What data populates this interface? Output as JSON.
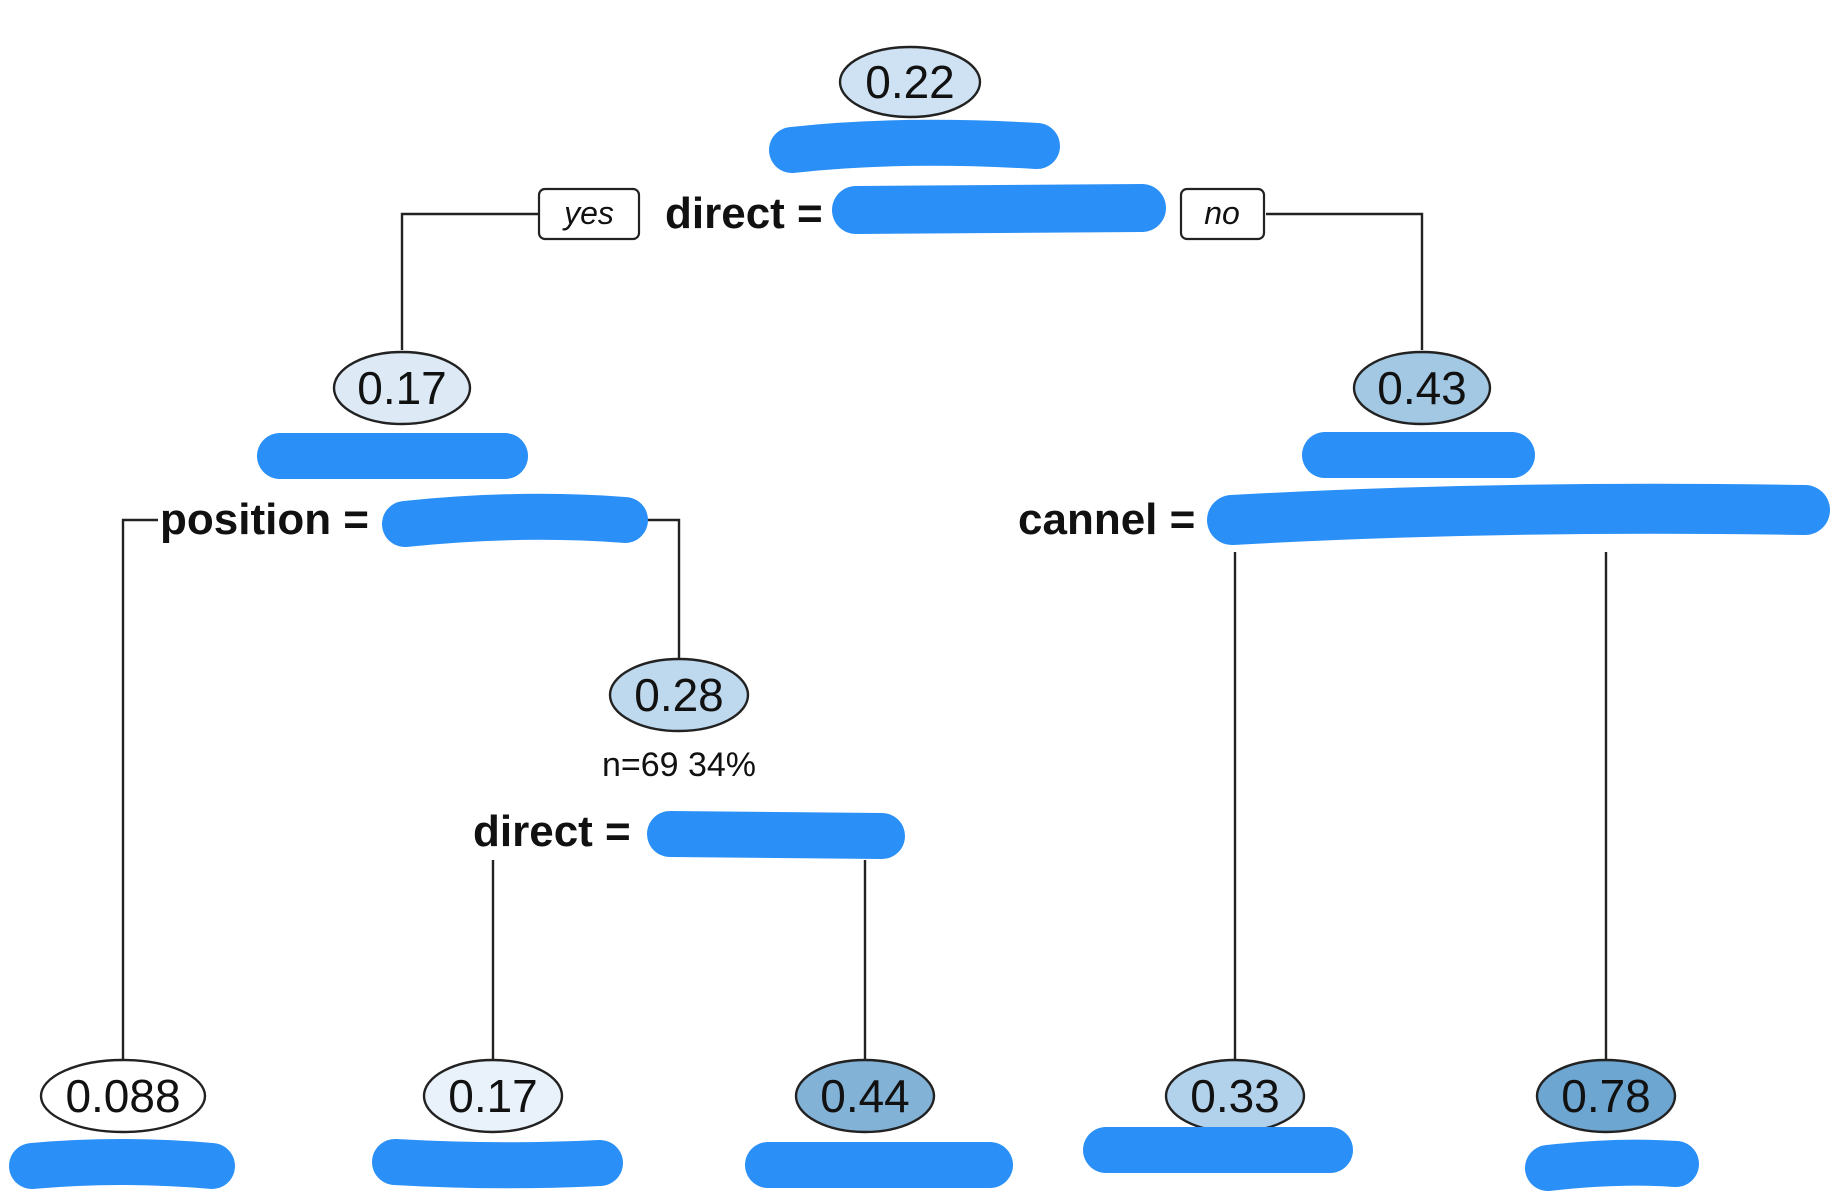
{
  "tree": {
    "branch_labels": {
      "yes": "yes",
      "no": "no"
    },
    "nodes": [
      {
        "id": "root",
        "value": "0.22",
        "fill": "#cfe2f3"
      },
      {
        "id": "n2",
        "value": "0.17",
        "fill": "#ddeaf6"
      },
      {
        "id": "n3",
        "value": "0.43",
        "fill": "#a3c8e3"
      },
      {
        "id": "n5",
        "value": "0.28",
        "fill": "#bed8ee",
        "info": "n=69  34%"
      },
      {
        "id": "leaf1",
        "value": "0.088",
        "fill": "#ffffff"
      },
      {
        "id": "leaf2",
        "value": "0.17",
        "fill": "#e9f2fa"
      },
      {
        "id": "leaf3",
        "value": "0.44",
        "fill": "#82b2d6"
      },
      {
        "id": "leaf4",
        "value": "0.33",
        "fill": "#b2d1ea"
      },
      {
        "id": "leaf5",
        "value": "0.78",
        "fill": "#6da6d0"
      }
    ],
    "splits": [
      {
        "id": "s_root",
        "label": "direct ="
      },
      {
        "id": "s_n2",
        "label": "position ="
      },
      {
        "id": "s_n3",
        "label": "cannel ="
      },
      {
        "id": "s_n5",
        "label": "direct ="
      }
    ]
  },
  "colors": {
    "redaction": "#2a8ff7",
    "edge": "#222222"
  }
}
